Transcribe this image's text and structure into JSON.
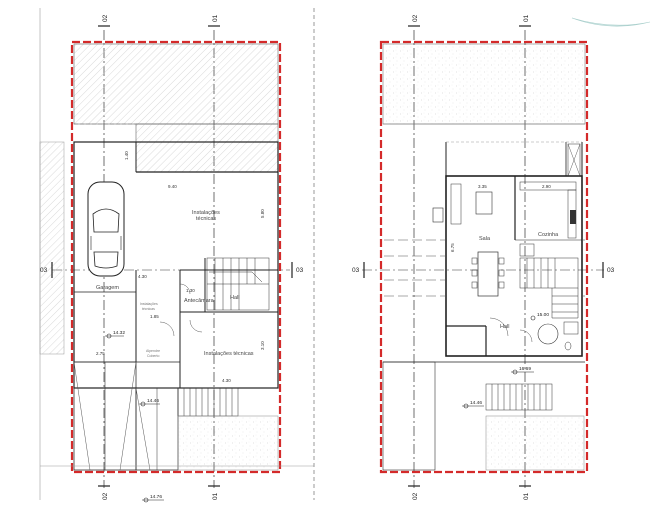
{
  "sections": {
    "s01": "01",
    "s02": "02",
    "s03": "03"
  },
  "ground_floor": {
    "rooms": {
      "garage": "Garagem",
      "tech_top_1": "Instalações",
      "tech_top_2": "técnicas",
      "tech_small_1": "Instalações",
      "tech_small_2": "técnicas",
      "antechamber": "Antecâmara",
      "hall": "Hall",
      "tech_bottom": "Instalações técnicas",
      "covered_1": "Alpendre",
      "covered_2": "Coberto"
    },
    "dims": {
      "d_940": "9.40",
      "d_140": "1.40",
      "d_580": "5.80",
      "d_430a": "4.30",
      "d_130": "1.30",
      "d_185": "1.85",
      "d_275": "2.75",
      "d_310": "3.10",
      "d_430b": "4.30"
    },
    "levels": {
      "l_1432": "14.32",
      "l_1446": "14.46",
      "l_1476": "14.76"
    }
  },
  "first_floor": {
    "rooms": {
      "living": "Sala",
      "kitchen": "Cozinha",
      "hall": "Hall"
    },
    "dims": {
      "d_335": "3.35",
      "d_290": "2.90",
      "d_675": "6.75"
    },
    "levels": {
      "l_1669": "16.69",
      "l_1500": "15.00",
      "l_1446": "14.46"
    }
  },
  "colors": {
    "boundary": "#d42a2a",
    "line": "#222222",
    "hatch": "#c8c8c8",
    "gravel": "#d6d6d6"
  }
}
